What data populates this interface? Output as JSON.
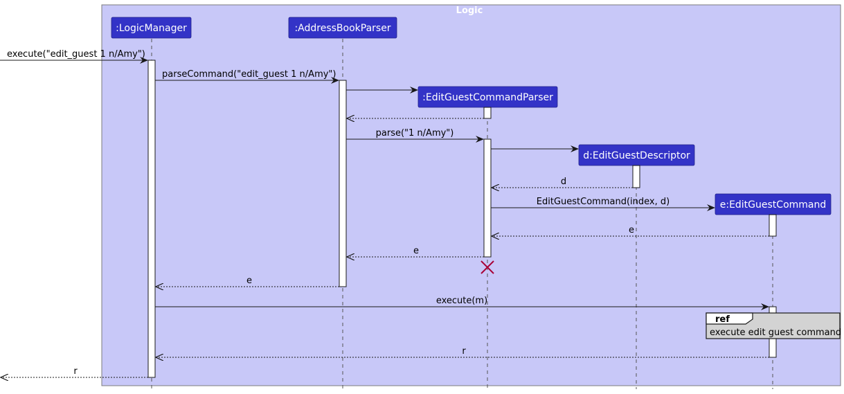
{
  "frame": {
    "title": "Logic"
  },
  "participants": {
    "logic_manager": ":LogicManager",
    "address_book_parser": ":AddressBookParser",
    "edit_guest_command_parser": ":EditGuestCommandParser",
    "edit_guest_descriptor": "d:EditGuestDescriptor",
    "edit_guest_command": "e:EditGuestCommand"
  },
  "messages": {
    "execute_call": "execute(\"edit_guest 1 n/Amy\")",
    "parse_command_call": "parseCommand(\"edit_guest 1 n/Amy\")",
    "parse_call": "parse(\"1 n/Amy\")",
    "descriptor_return": "d",
    "constructor_call": "EditGuestCommand(index, d)",
    "command_return_to_parser": "e",
    "parser_return": "e",
    "abp_return": "e",
    "execute_m_call": "execute(m)",
    "result_return": "r",
    "final_return": "r"
  },
  "ref": {
    "tag": "ref",
    "text": "execute edit guest command"
  },
  "colors": {
    "frame_fill": "#C8C8F8",
    "frame_border": "#7B7B7B",
    "participant_fill": "#3333C7",
    "destroy": "#A80036",
    "ref_fill": "#D3D3D3"
  }
}
